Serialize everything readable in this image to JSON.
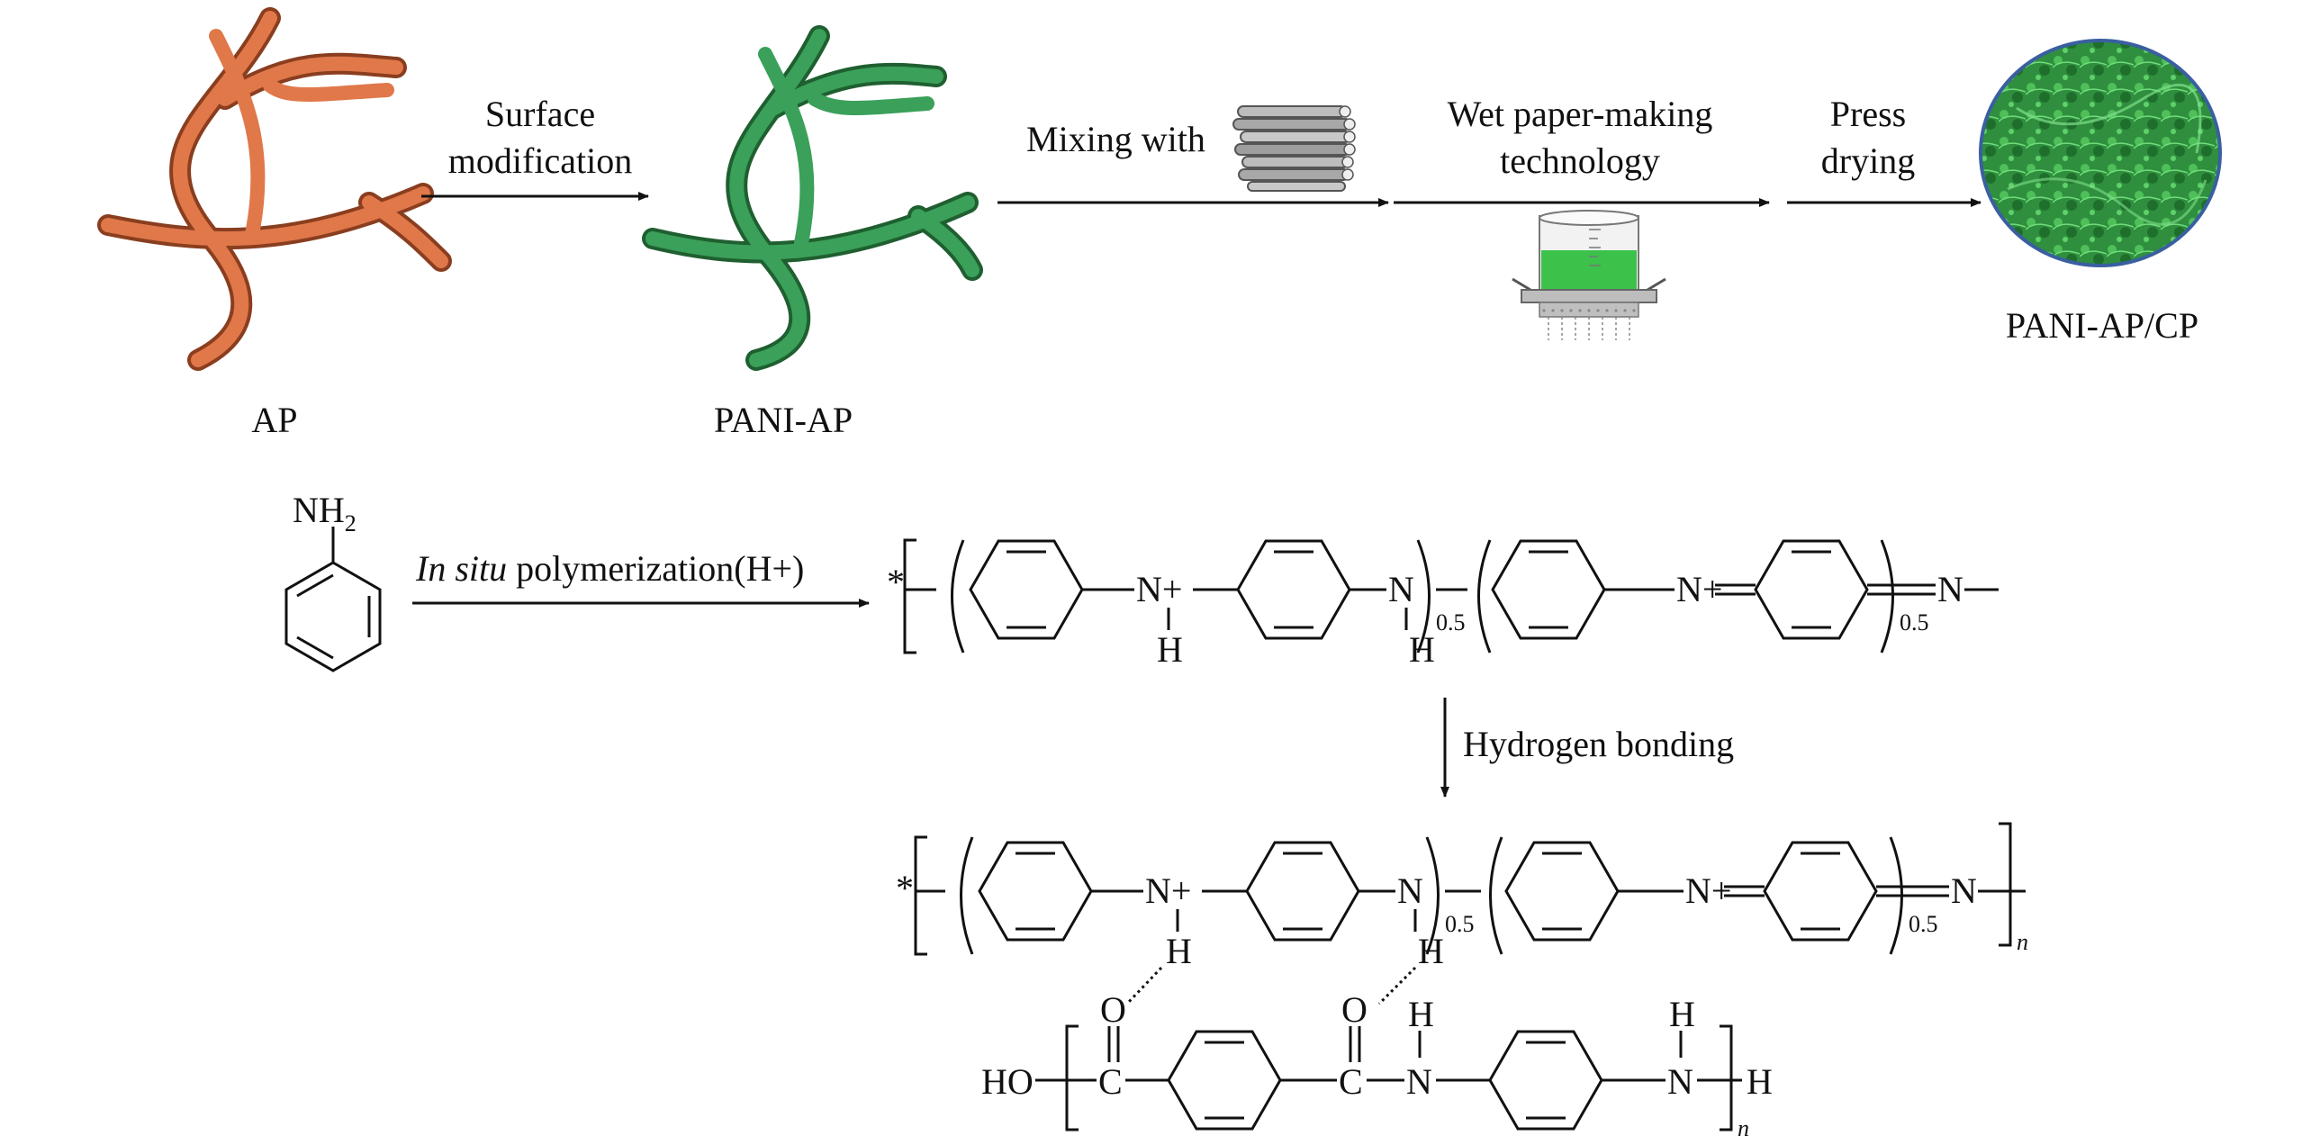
{
  "process": {
    "ap_label": "AP",
    "pani_ap_label": "PANI-AP",
    "step1_line1": "Surface",
    "step1_line2": "modification",
    "step2": "Mixing with",
    "step3_line1": "Wet paper-making",
    "step3_line2": "technology",
    "step4_line1": "Press",
    "step4_line2": "drying",
    "product_label": "PANI-AP/CP"
  },
  "reaction": {
    "monomer_group": "NH2",
    "polymerization_italic": "In situ",
    "polymerization_rest": " polymerization(H+)",
    "hydrogen_bonding": "Hydrogen bonding"
  },
  "chem": {
    "star": "*",
    "n_plus": "N+",
    "n": "N",
    "h": "H",
    "o": "O",
    "c": "C",
    "ho": "HO",
    "sub_05": "0.5",
    "sub_n": "n"
  },
  "colors": {
    "ap_fiber": "#e0784a",
    "pani_fiber": "#3aa05a",
    "product_fill": "#2f8f3e",
    "beaker_liquid": "#3cc24a",
    "line": "#111111"
  }
}
